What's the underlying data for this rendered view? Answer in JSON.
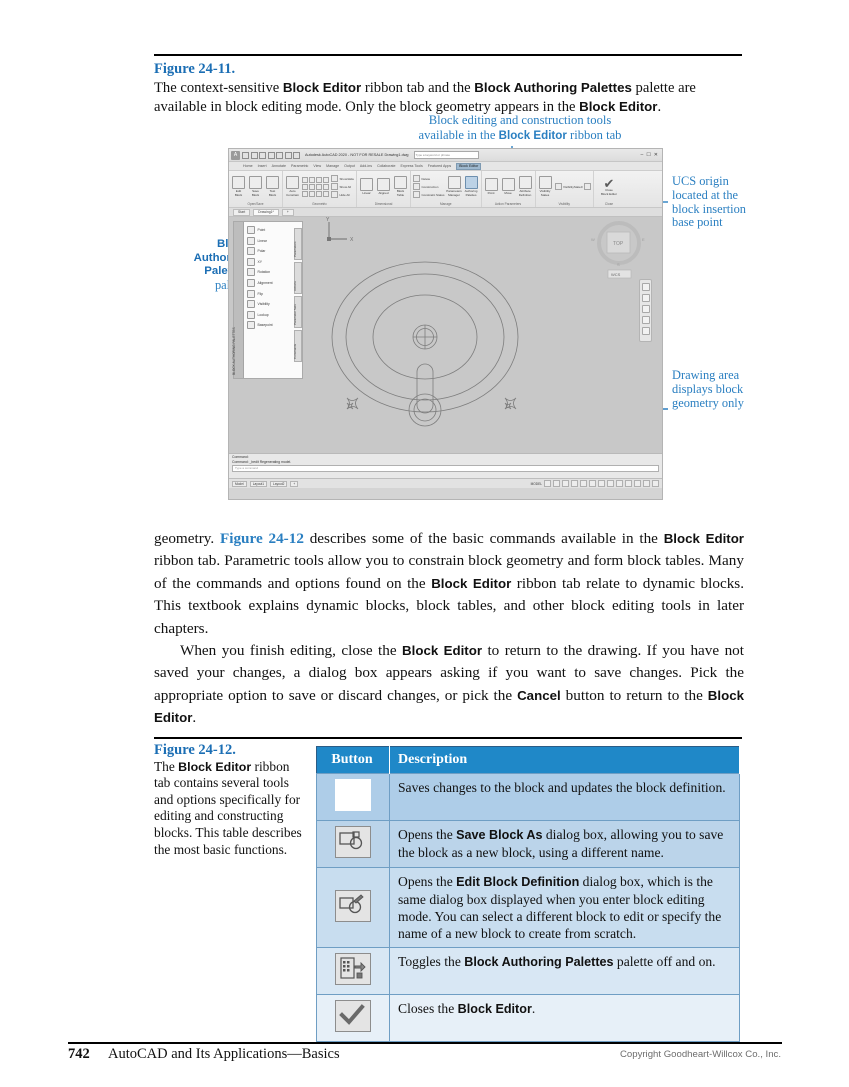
{
  "figure_11": {
    "number": "Figure 24-11",
    "number_period": ".",
    "caption_parts": {
      "p1": "The context-sensitive ",
      "b1": "Block Editor",
      "p2": " ribbon tab and the ",
      "b2": "Block Authoring Palettes",
      "p3": " palette are available in block editing mode. Only the block geometry appears in the ",
      "b3": "Block Editor",
      "p4": "."
    },
    "callouts": {
      "top_line1": "Block editing and construction tools",
      "top_line2_pre": "available in the ",
      "top_line2_bold": "Block Editor",
      "top_line2_post": " ribbon tab",
      "left_title_l1": "Block",
      "left_title_l2": "Authoring",
      "left_title_l3": "Palettes",
      "left_sub": "palette",
      "right_ucs": "UCS origin located at the block insertion base point",
      "right_drawing": "Drawing area displays block geometry only"
    }
  },
  "autocad": {
    "title": "Autodesk AutoCAD 2020 - NOT FOR RESALE   Drawing1.dwg",
    "search_placeholder": "Type a keyword or phrase",
    "signin": "Sign In",
    "window_controls": [
      "–",
      "❐",
      "✕"
    ],
    "ribbon_tabs": [
      "Home",
      "Insert",
      "Annotate",
      "Parametric",
      "View",
      "Manage",
      "Output",
      "Add-ins",
      "Collaborate",
      "Express Tools",
      "Featured Apps"
    ],
    "active_tab": "Block Editor",
    "panels": [
      {
        "label": "Open/Save",
        "big_buttons": [
          {
            "l1": "Edit",
            "l2": "Block"
          },
          {
            "l1": "Save",
            "l2": "Block"
          },
          {
            "l1": "Test",
            "l2": "Block"
          }
        ]
      },
      {
        "label": "Geometric",
        "big_buttons": [
          {
            "l1": "Auto",
            "l2": "Constrain"
          }
        ]
      },
      {
        "label": "Dimensional",
        "small_rows": [
          "Show/Hide",
          "Show All",
          "Hide All"
        ],
        "big_buttons": [
          {
            "l1": "Linear",
            "l2": ""
          },
          {
            "l1": "Aligned",
            "l2": ""
          },
          {
            "l1": "Block",
            "l2": "Table"
          }
        ]
      },
      {
        "label": "Manage",
        "small_rows": [
          "Delete",
          "Construction",
          "Constraint Status"
        ],
        "big_buttons": [
          {
            "l1": "Parameters",
            "l2": "Manager"
          },
          {
            "l1": "Authoring",
            "l2": "Palettes"
          }
        ]
      },
      {
        "label": "Action Parameters",
        "big_buttons": [
          {
            "l1": "Point",
            "l2": ""
          },
          {
            "l1": "Move",
            "l2": ""
          },
          {
            "l1": "Attribute",
            "l2": "Definition"
          }
        ]
      },
      {
        "label": "Visibility",
        "dropdown_value": "VisibilityState0",
        "small_rows": [
          "Visibility",
          "States"
        ]
      },
      {
        "label": "Close",
        "big_buttons": [
          {
            "l1": "Close",
            "l2": "Block Editor"
          }
        ]
      }
    ],
    "doc_tabs": [
      "Start",
      "Drawing1*"
    ],
    "palette": {
      "title": "BLOCK AUTHORING PALETTES",
      "items": [
        "Point",
        "Linear",
        "Polar",
        "XY",
        "Rotation",
        "Alignment",
        "Flip",
        "Visibility",
        "Lookup",
        "Basepoint"
      ],
      "side_tabs": [
        "Parameters",
        "Actions",
        "Parameter Sets",
        "Constraints"
      ]
    },
    "viewcube_label": "TOP",
    "ucs_axis_x": "X",
    "ucs_axis_y": "Y",
    "command_line_1": "Command:",
    "command_line_2": "Command: _bedit Regenerating model.",
    "command_input_placeholder": "Type a command",
    "status_tabs": [
      "Model",
      "Layout1",
      "Layout2"
    ],
    "status_model_label": "MODEL"
  },
  "body": {
    "p1": {
      "a": "geometry. ",
      "ref": "Figure 24-12",
      "b": " describes some of the basic commands available in the ",
      "b1": "Block Editor",
      "c": " ribbon tab. Parametric tools allow you to constrain block geometry and form block tables. Many of the commands and options found on the ",
      "b2": "Block Editor",
      "d": " ribbon tab relate to dynamic blocks. This textbook explains dynamic blocks, block tables, and other block editing tools in later chapters."
    },
    "p2": {
      "a": "When you finish editing, close the ",
      "b1": "Block Editor",
      "b": " to return to the drawing. If you have not saved your changes, a dialog box appears asking if you want to save changes. Pick the appropriate option to save or discard changes, or pick the ",
      "b2": "Cancel",
      "c": " button to return to the ",
      "b3": "Block Editor",
      "d": "."
    }
  },
  "figure_12": {
    "number": "Figure 24-12",
    "number_period": ".",
    "left_text": {
      "a": "The ",
      "b1": "Block Editor",
      "b": " ribbon tab contains several tools and options specifically for editing and constructing blocks. This table describes the most basic functions."
    },
    "headers": [
      "Button",
      "Description"
    ],
    "rows": [
      {
        "icon": "blank-icon",
        "parts": [
          {
            "t": "Saves changes to the block and updates the block definition.",
            "b": false
          }
        ]
      },
      {
        "icon": "save-block-as-icon",
        "parts": [
          {
            "t": "Opens the ",
            "b": false
          },
          {
            "t": "Save Block As",
            "b": true
          },
          {
            "t": " dialog box, allowing you to save the block as a new block, using a different name.",
            "b": false
          }
        ]
      },
      {
        "icon": "edit-block-definition-icon",
        "parts": [
          {
            "t": "Opens the ",
            "b": false
          },
          {
            "t": "Edit Block Definition",
            "b": true
          },
          {
            "t": " dialog box, which is the same dialog box displayed when you enter block editing mode. You can select a different block to edit or specify the name of a new block to create from scratch.",
            "b": false
          }
        ]
      },
      {
        "icon": "authoring-palettes-icon",
        "parts": [
          {
            "t": "Toggles the ",
            "b": false
          },
          {
            "t": "Block Authoring Palettes",
            "b": true
          },
          {
            "t": " palette off and on.",
            "b": false
          }
        ]
      },
      {
        "icon": "close-block-editor-icon",
        "parts": [
          {
            "t": "Closes the ",
            "b": false
          },
          {
            "t": "Block Editor",
            "b": true
          },
          {
            "t": ".",
            "b": false
          }
        ]
      }
    ]
  },
  "footer": {
    "page_number": "742",
    "title": "AutoCAD and Its Applications—Basics",
    "copyright": "Copyright Goodheart-Willcox Co., Inc."
  },
  "colors": {
    "accent_blue": "#1b6eb4",
    "callout_blue": "#2a7fc1",
    "table_header": "#1f88c8"
  }
}
